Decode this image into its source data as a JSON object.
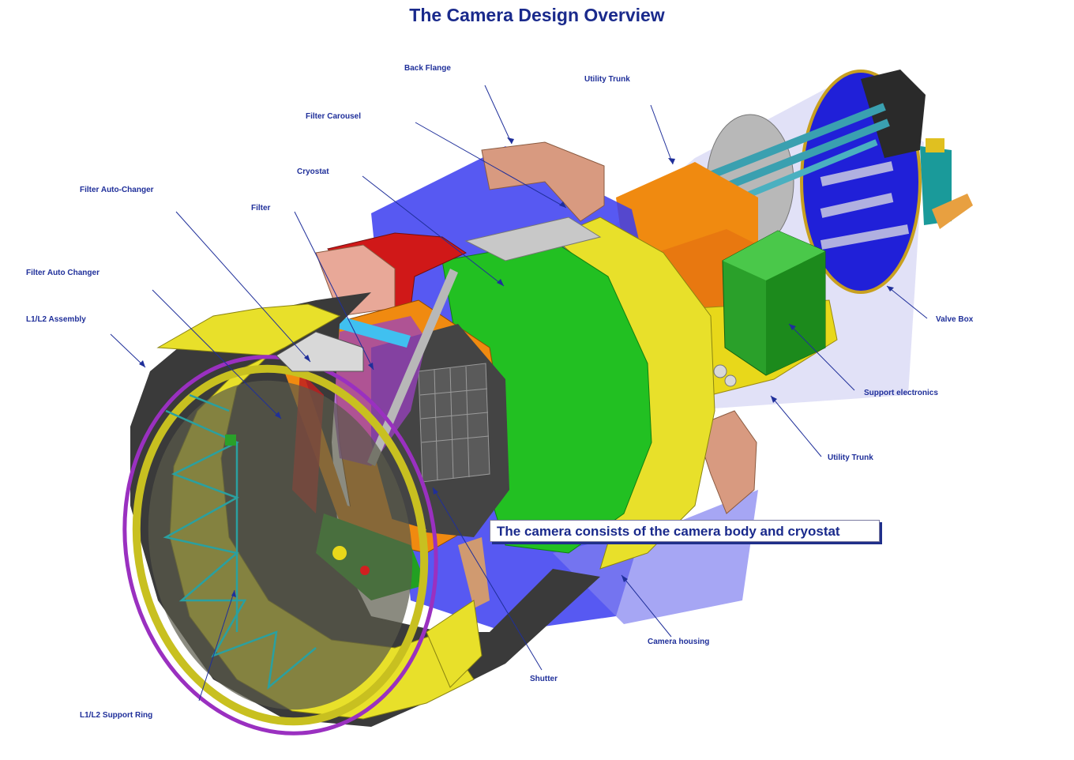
{
  "title": "The Camera Design Overview",
  "callout": "The camera consists of the camera body and cryostat",
  "labels": {
    "back_flange": "Back Flange",
    "utility_trunk_top": "Utility Trunk",
    "filter_carousel": "Filter Carousel",
    "cryostat": "Cryostat",
    "filter_auto_changer_hyphen": "Filter Auto-Changer",
    "filter": "Filter",
    "filter_auto_changer": "Filter Auto Changer",
    "l1l2_assembly": "L1/L2 Assembly",
    "valve_box": "Valve Box",
    "support_electronics": "Support electronics",
    "utility_trunk_bottom": "Utility Trunk",
    "camera_housing": "Camera housing",
    "shutter": "Shutter",
    "l1l2_support_ring": "L1/L2 Support Ring"
  },
  "colors": {
    "title_text": "#1a2a8c",
    "label_text": "#1f2f9a",
    "leader_line": "#1f2f9a",
    "housing_blue": "#3a3cf0",
    "cryostat_green": "#22c022",
    "ring_yellow": "#e8e02a",
    "frame_orange": "#f08a10",
    "flange_tan": "#d89a80",
    "carousel_red": "#d01818",
    "lens_purple": "#9a40c0",
    "electronics_green": "#2a9a2a"
  }
}
